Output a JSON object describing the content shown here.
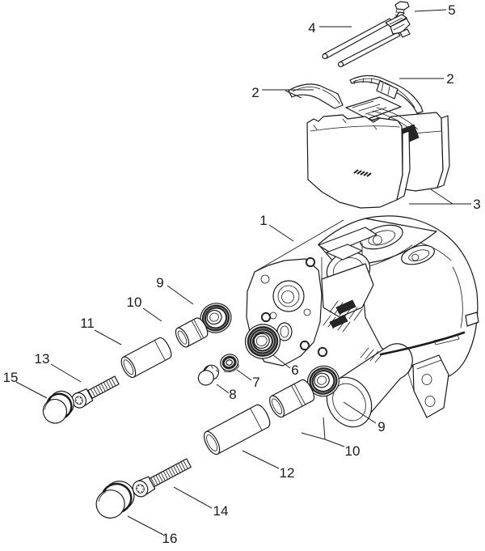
{
  "figure": {
    "type": "exploded-parts-diagram",
    "subject": "disc-brake-caliper-assembly",
    "background_color": "#ffffff",
    "line_color": "#1a1a1a"
  },
  "callouts": [
    {
      "num": "1"
    },
    {
      "num": "2"
    },
    {
      "num": "2"
    },
    {
      "num": "3"
    },
    {
      "num": "4"
    },
    {
      "num": "5"
    },
    {
      "num": "6"
    },
    {
      "num": "7"
    },
    {
      "num": "8"
    },
    {
      "num": "9"
    },
    {
      "num": "9"
    },
    {
      "num": "10"
    },
    {
      "num": "10"
    },
    {
      "num": "11"
    },
    {
      "num": "12"
    },
    {
      "num": "13"
    },
    {
      "num": "14"
    },
    {
      "num": "15"
    },
    {
      "num": "16"
    }
  ]
}
